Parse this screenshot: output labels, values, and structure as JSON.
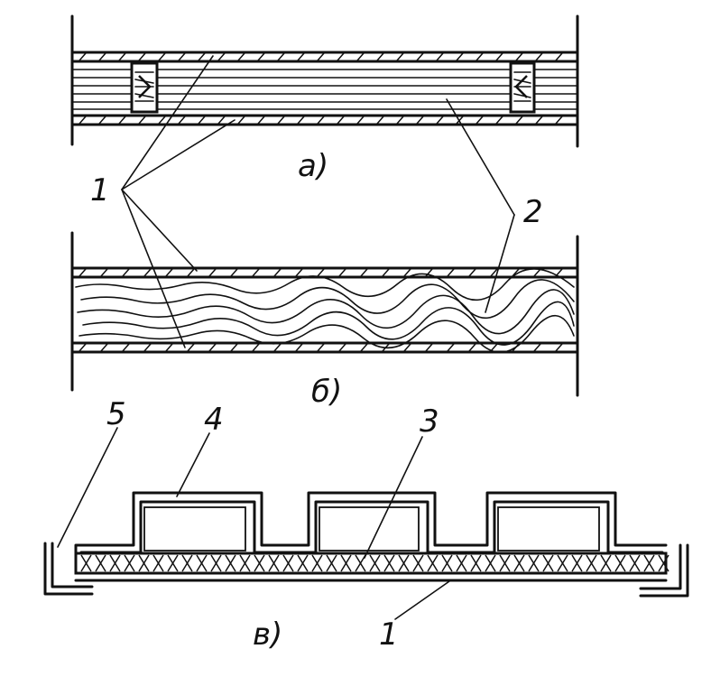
{
  "figure": {
    "panel_a": {
      "caption": "а)"
    },
    "panel_b": {
      "caption": "б)"
    },
    "panel_c": {
      "caption": "в)"
    },
    "callouts": {
      "label_1_upper": "1",
      "label_2": "2",
      "label_3": "3",
      "label_4": "4",
      "label_5": "5",
      "label_1_lower": "1"
    }
  }
}
